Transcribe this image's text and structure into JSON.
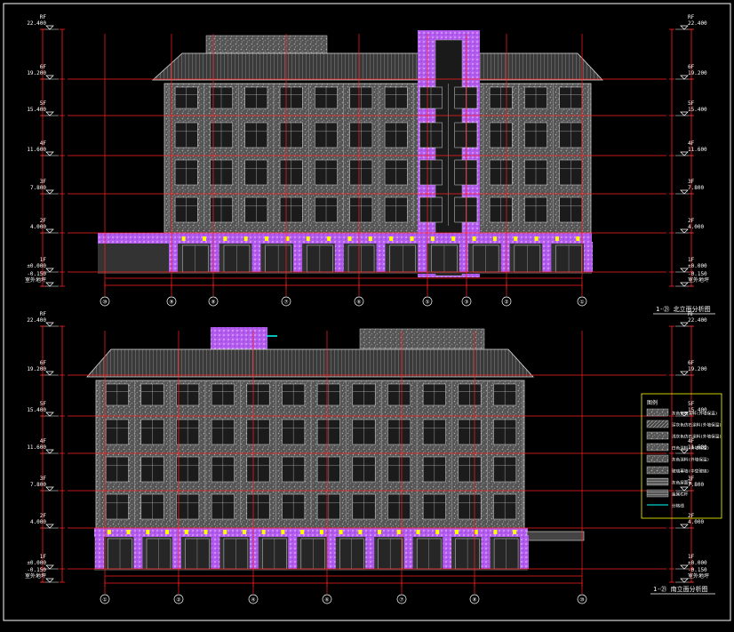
{
  "drawing": {
    "frame_color": "#ffffff",
    "grid_color": "#ff2020",
    "dim_color": "#ff2020",
    "text_color": "#ffffff",
    "yellow": "#ffff00",
    "magenta": "#cc66ff",
    "cyan": "#00ffff",
    "wall_color": "#6f6f6f"
  },
  "top_elevation": {
    "title": "1-㉑ 北立面分析图",
    "levels": [
      {
        "name": "RF",
        "value": "22.400"
      },
      {
        "name": "6F",
        "value": "19.200"
      },
      {
        "name": "5F",
        "value": "15.400"
      },
      {
        "name": "4F",
        "value": "11.600"
      },
      {
        "name": "3F",
        "value": "7.800"
      },
      {
        "name": "2F",
        "value": "4.000"
      },
      {
        "name": "1F",
        "value": "±0.000"
      },
      {
        "name": "-0.150",
        "value": "室外地坪"
      }
    ],
    "axes": [
      "⑩",
      "⑨",
      "⑧",
      "⑦",
      "⑥",
      "⑤",
      "③",
      "②",
      "①"
    ]
  },
  "bottom_elevation": {
    "title": "1-㉑ 南立面分析图",
    "levels": [
      {
        "name": "RF",
        "value": "22.400"
      },
      {
        "name": "6F",
        "value": "19.200"
      },
      {
        "name": "5F",
        "value": "15.400"
      },
      {
        "name": "4F",
        "value": "11.600"
      },
      {
        "name": "3F",
        "value": "7.800"
      },
      {
        "name": "2F",
        "value": "4.000"
      },
      {
        "name": "1F",
        "value": "±0.000"
      },
      {
        "name": "-0.150",
        "value": "室外地坪"
      }
    ],
    "axes": [
      "①",
      "②",
      "④",
      "⑥",
      "⑦",
      "⑧",
      "⑩"
    ]
  },
  "legend": {
    "title": "图例",
    "items": [
      {
        "label": "灰色仿石涂料(外墙保温)",
        "pattern": "stone"
      },
      {
        "label": "深灰色仿石涂料(外墙保温)",
        "pattern": "diag"
      },
      {
        "label": "浅灰色仿石涂料(外墙保温)",
        "pattern": "stone"
      },
      {
        "label": "白色涂料(外墙保温)",
        "pattern": "stone"
      },
      {
        "label": "灰色涂料(外墙保温)",
        "pattern": "stone"
      },
      {
        "label": "玻璃幕墙(中空玻璃)",
        "pattern": "stone"
      },
      {
        "label": "灰色屋面瓦",
        "pattern": "hatch"
      },
      {
        "label": "金属栏杆",
        "pattern": "hatch"
      },
      {
        "label": "分格线",
        "pattern": "line"
      }
    ]
  }
}
